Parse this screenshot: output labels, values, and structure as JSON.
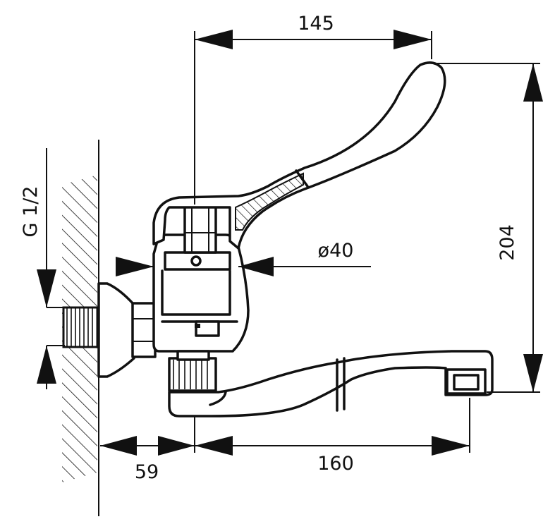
{
  "labels": {
    "width_top": "145",
    "height_right": "204",
    "diameter": "ø40",
    "thread": "G 1/2",
    "wall_offset": "59",
    "spout_length": "160"
  },
  "colors": {
    "line": "#111111",
    "background": "#ffffff"
  }
}
